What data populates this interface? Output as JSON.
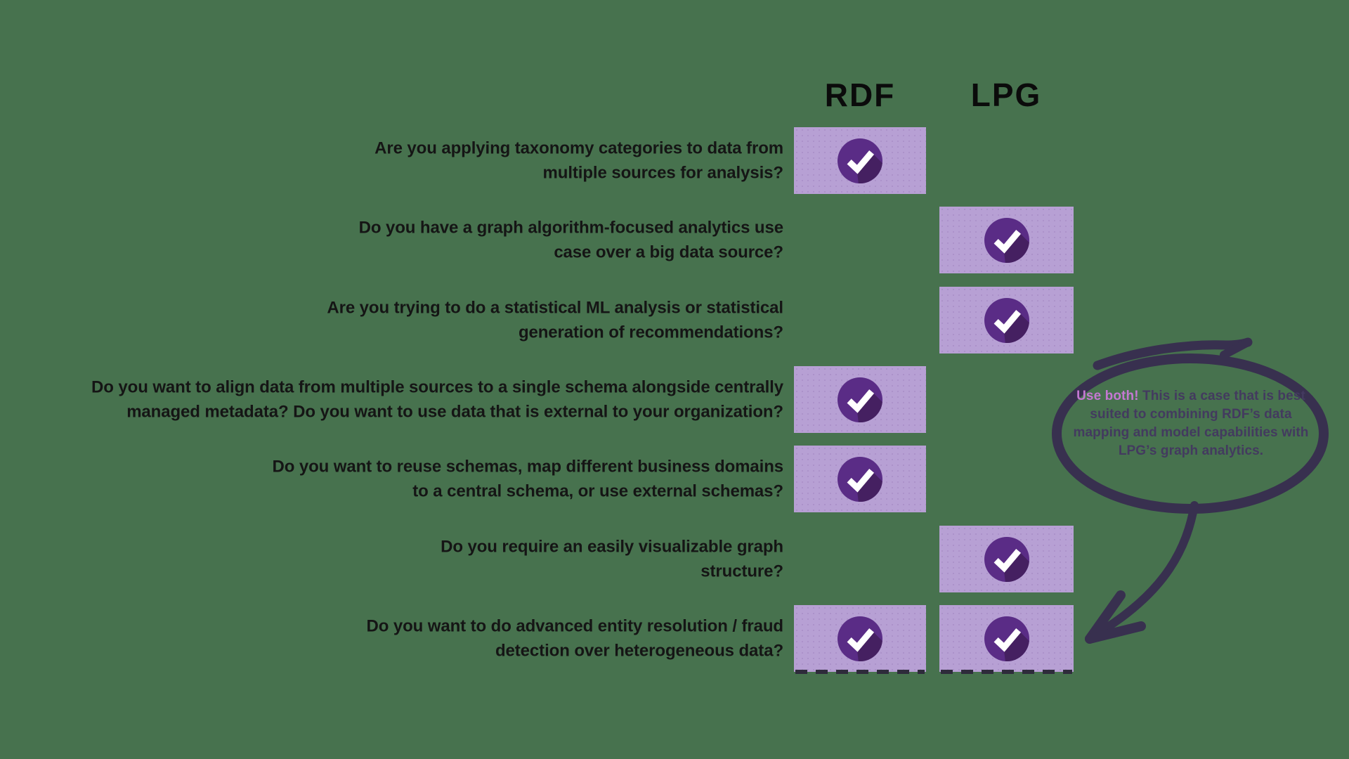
{
  "colors": {
    "background": "#47724E",
    "cell": "#B7A0D4",
    "check_circle": "#5A2C86",
    "check_shadow": "#452061",
    "check_mark": "#FFFFFF",
    "question_text": "#151515",
    "header_text": "#0B0B0B",
    "doodle": "#38304F",
    "callout_text": "#433A5F",
    "callout_highlight": "#C478D2",
    "dash": "#2E2B3B"
  },
  "columns": [
    {
      "id": "rdf",
      "label": "RDF"
    },
    {
      "id": "lpg",
      "label": "LPG"
    }
  ],
  "rows": [
    {
      "question_lines": [
        "Are you applying taxonomy categories to data from",
        "multiple sources for analysis?"
      ],
      "checks": {
        "rdf": true,
        "lpg": false
      }
    },
    {
      "question_lines": [
        "Do you have a graph algorithm-focused analytics use",
        "case over a big data source?"
      ],
      "checks": {
        "rdf": false,
        "lpg": true
      }
    },
    {
      "question_lines": [
        "Are you trying to do a statistical ML analysis or statistical",
        "generation of recommendations?"
      ],
      "checks": {
        "rdf": false,
        "lpg": true
      }
    },
    {
      "question_lines": [
        "Do you want to align data from multiple sources to a single schema alongside centrally",
        "managed metadata? Do you want to use data that is external to your organization?"
      ],
      "checks": {
        "rdf": true,
        "lpg": false
      }
    },
    {
      "question_lines": [
        "Do you want to reuse schemas, map different business domains",
        "to a central schema, or use external schemas?"
      ],
      "checks": {
        "rdf": true,
        "lpg": false
      }
    },
    {
      "question_lines": [
        "Do you require an easily visualizable graph",
        "structure?"
      ],
      "checks": {
        "rdf": false,
        "lpg": true
      }
    },
    {
      "question_lines": [
        "Do you want to do advanced entity resolution / fraud",
        "detection over heterogeneous data?"
      ],
      "checks": {
        "rdf": true,
        "lpg": true
      }
    }
  ],
  "callout": {
    "highlight": "Use both!",
    "text": "This is a case that is best suited to combining RDF’s data mapping and model capabilities with LPG’s graph analytics."
  }
}
